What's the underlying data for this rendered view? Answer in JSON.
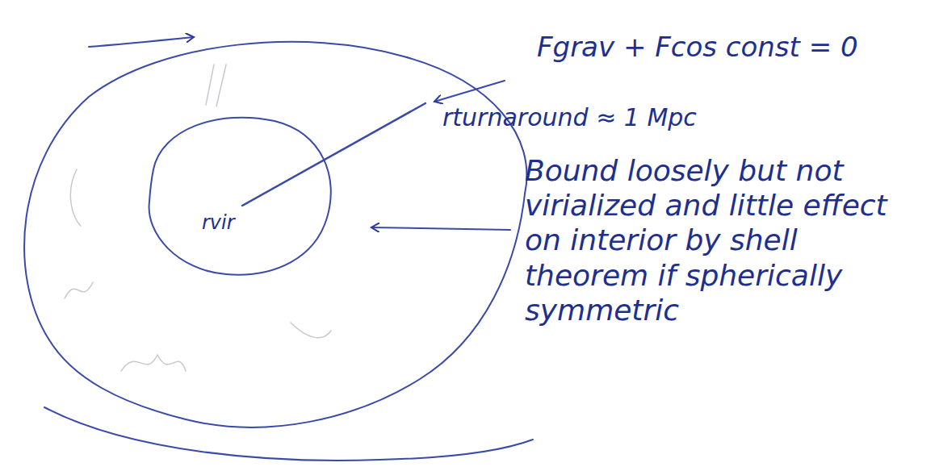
{
  "diagram": {
    "labels": [
      "Fgrav + Fcos const = 0",
      "rturnaround ≈ 1 Mpc",
      "rvir",
      "Bound loosely but not virialized and little effect on interior by shell theorem if spherically symmetric"
    ]
  }
}
